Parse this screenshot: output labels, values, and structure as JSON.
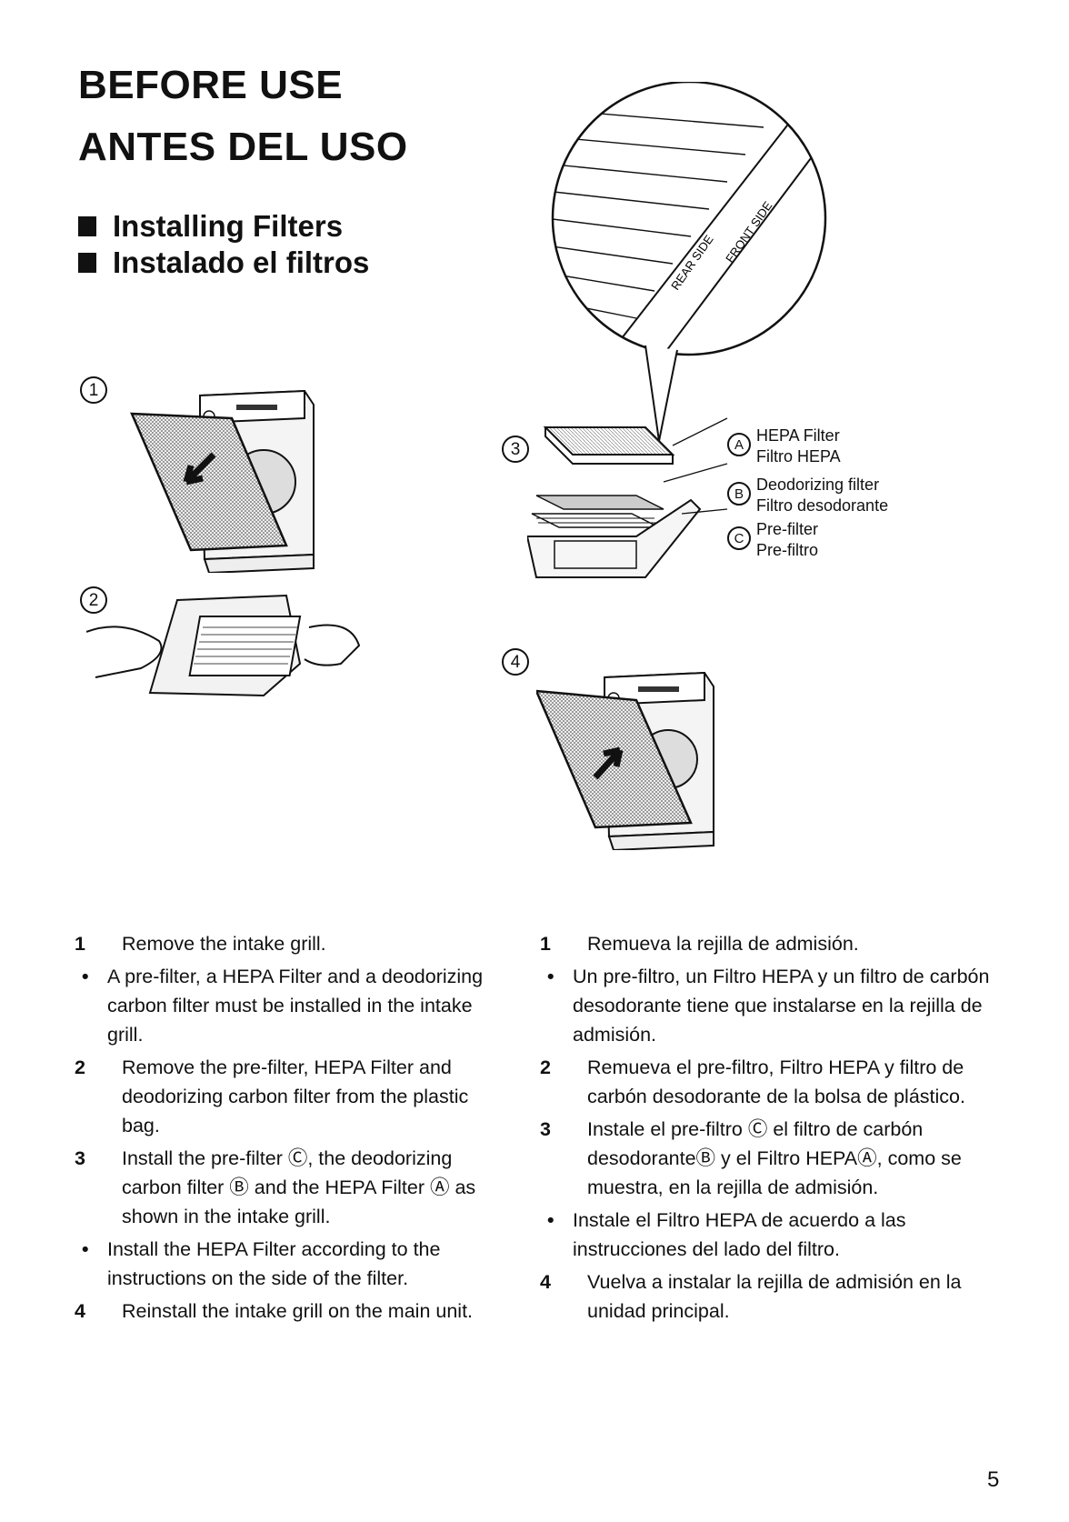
{
  "title_en": "BEFORE USE",
  "title_es": "ANTES DEL USO",
  "section_en": "Installing Filters",
  "section_es": "Instalado el filtros",
  "figure_steps": [
    "1",
    "2",
    "3",
    "4"
  ],
  "filter_side_labels": [
    "FRONT SIDE",
    "REAR SIDE"
  ],
  "callouts": [
    {
      "letter": "A",
      "en": "HEPA Filter",
      "es": "Filtro HEPA"
    },
    {
      "letter": "B",
      "en": "Deodorizing filter",
      "es": "Filtro desodorante"
    },
    {
      "letter": "C",
      "en": "Pre-filter",
      "es": "Pre-filtro"
    }
  ],
  "instructions_en": [
    {
      "marker": "1",
      "text": "Remove the intake grill."
    },
    {
      "marker": "•",
      "text": "A pre-filter, a HEPA Filter and a deodorizing carbon filter must be installed in the intake grill."
    },
    {
      "marker": "2",
      "text": "Remove the pre-filter, HEPA Filter and deodorizing carbon filter from the plastic bag."
    },
    {
      "marker": "3",
      "text": "Install the pre-filter Ⓒ, the deodorizing carbon filter Ⓑ and the HEPA Filter Ⓐ as shown in the intake grill."
    },
    {
      "marker": "•",
      "text": "Install the HEPA Filter according to the instructions on the side of the filter."
    },
    {
      "marker": "4",
      "text": "Reinstall the intake grill on the main unit."
    }
  ],
  "instructions_es": [
    {
      "marker": "1",
      "text": "Remueva la rejilla de admisión."
    },
    {
      "marker": "•",
      "text": "Un pre-filtro, un Filtro HEPA y un filtro de carbón desodorante tiene que instalarse en la rejilla de admisión."
    },
    {
      "marker": "2",
      "text": "Remueva el pre-filtro, Filtro HEPA y filtro de carbón desodorante de la bolsa de plástico."
    },
    {
      "marker": "3",
      "text": "Instale el pre-filtro Ⓒ el filtro de carbón desodoranteⒷ y el Filtro HEPAⒶ, como se muestra, en la rejilla de admisión."
    },
    {
      "marker": "•",
      "text": "Instale el Filtro HEPA de acuerdo a las instrucciones del lado del filtro."
    },
    {
      "marker": "4",
      "text": "Vuelva a instalar la rejilla de admisión en la unidad principal."
    }
  ],
  "page_number": "5"
}
